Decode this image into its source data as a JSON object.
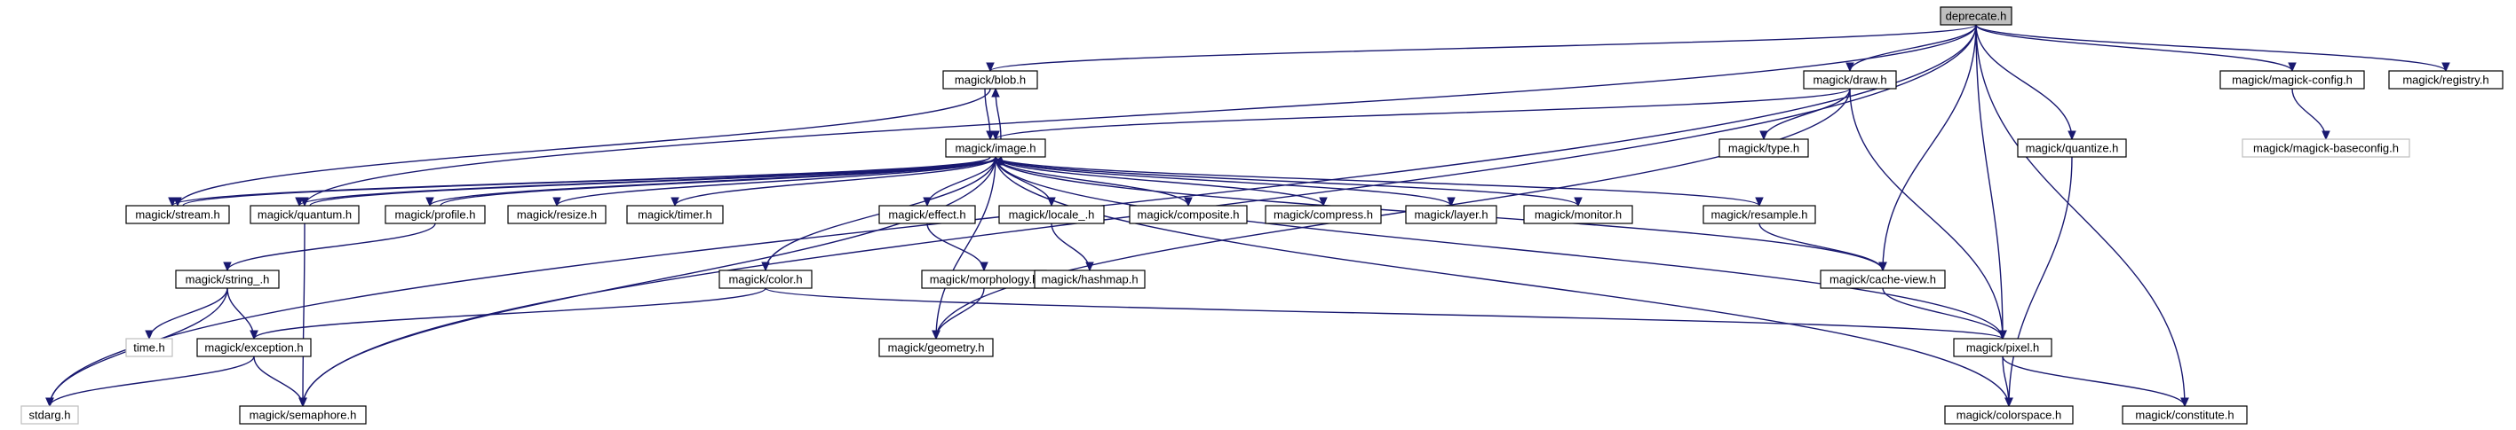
{
  "diagram": {
    "type": "include-dependency-graph",
    "colors": {
      "edge": "#191970",
      "root_fill": "#bfbfbf",
      "missing_border": "#bfbfbf"
    },
    "nodes": [
      {
        "id": "deprecate",
        "label": "deprecate.h",
        "root": true
      },
      {
        "id": "blob",
        "label": "magick/blob.h"
      },
      {
        "id": "draw",
        "label": "magick/draw.h"
      },
      {
        "id": "magickconfig",
        "label": "magick/magick-config.h"
      },
      {
        "id": "registry",
        "label": "magick/registry.h"
      },
      {
        "id": "image",
        "label": "magick/image.h"
      },
      {
        "id": "baseconfig",
        "label": "magick/magick-baseconfig.h",
        "missing": true
      },
      {
        "id": "type",
        "label": "magick/type.h"
      },
      {
        "id": "quantize",
        "label": "magick/quantize.h"
      },
      {
        "id": "stream",
        "label": "magick/stream.h"
      },
      {
        "id": "quantum",
        "label": "magick/quantum.h"
      },
      {
        "id": "profile",
        "label": "magick/profile.h"
      },
      {
        "id": "resize",
        "label": "magick/resize.h"
      },
      {
        "id": "timer",
        "label": "magick/timer.h"
      },
      {
        "id": "effect",
        "label": "magick/effect.h"
      },
      {
        "id": "locale",
        "label": "magick/locale_.h"
      },
      {
        "id": "composite",
        "label": "magick/composite.h"
      },
      {
        "id": "compress",
        "label": "magick/compress.h"
      },
      {
        "id": "layer",
        "label": "magick/layer.h"
      },
      {
        "id": "monitor",
        "label": "magick/monitor.h"
      },
      {
        "id": "resample",
        "label": "magick/resample.h"
      },
      {
        "id": "string",
        "label": "magick/string_.h"
      },
      {
        "id": "color",
        "label": "magick/color.h"
      },
      {
        "id": "morphology",
        "label": "magick/morphology.h"
      },
      {
        "id": "hashmap",
        "label": "magick/hashmap.h"
      },
      {
        "id": "cacheview",
        "label": "magick/cache-view.h"
      },
      {
        "id": "time",
        "label": "time.h",
        "missing": true
      },
      {
        "id": "exception",
        "label": "magick/exception.h"
      },
      {
        "id": "geometry",
        "label": "magick/geometry.h"
      },
      {
        "id": "pixel",
        "label": "magick/pixel.h"
      },
      {
        "id": "stdarg",
        "label": "stdarg.h",
        "missing": true
      },
      {
        "id": "semaphore",
        "label": "magick/semaphore.h"
      },
      {
        "id": "colorspace",
        "label": "magick/colorspace.h"
      },
      {
        "id": "constitute",
        "label": "magick/constitute.h"
      }
    ],
    "edges": [
      {
        "from": "deprecate",
        "to": "blob"
      },
      {
        "from": "deprecate",
        "to": "draw"
      },
      {
        "from": "deprecate",
        "to": "magickconfig"
      },
      {
        "from": "deprecate",
        "to": "registry"
      },
      {
        "from": "deprecate",
        "to": "quantize"
      },
      {
        "from": "deprecate",
        "to": "cacheview"
      },
      {
        "from": "deprecate",
        "to": "pixel"
      },
      {
        "from": "deprecate",
        "to": "constitute"
      },
      {
        "from": "deprecate",
        "to": "quantum"
      },
      {
        "from": "deprecate",
        "to": "stdarg"
      },
      {
        "from": "deprecate",
        "to": "semaphore"
      },
      {
        "from": "blob",
        "to": "image"
      },
      {
        "from": "blob",
        "to": "stream"
      },
      {
        "from": "image",
        "to": "blob"
      },
      {
        "from": "draw",
        "to": "image"
      },
      {
        "from": "draw",
        "to": "type"
      },
      {
        "from": "draw",
        "to": "pixel"
      },
      {
        "from": "draw",
        "to": "geometry"
      },
      {
        "from": "magickconfig",
        "to": "baseconfig"
      },
      {
        "from": "quantize",
        "to": "colorspace"
      },
      {
        "from": "image",
        "to": "stream"
      },
      {
        "from": "image",
        "to": "quantum"
      },
      {
        "from": "image",
        "to": "profile"
      },
      {
        "from": "image",
        "to": "resize"
      },
      {
        "from": "image",
        "to": "timer"
      },
      {
        "from": "image",
        "to": "effect"
      },
      {
        "from": "image",
        "to": "locale"
      },
      {
        "from": "image",
        "to": "composite"
      },
      {
        "from": "image",
        "to": "compress"
      },
      {
        "from": "image",
        "to": "layer"
      },
      {
        "from": "image",
        "to": "monitor"
      },
      {
        "from": "image",
        "to": "resample"
      },
      {
        "from": "image",
        "to": "cacheview"
      },
      {
        "from": "image",
        "to": "pixel"
      },
      {
        "from": "image",
        "to": "color"
      },
      {
        "from": "image",
        "to": "geometry"
      },
      {
        "from": "image",
        "to": "semaphore"
      },
      {
        "from": "image",
        "to": "colorspace"
      },
      {
        "from": "stream",
        "to": "image"
      },
      {
        "from": "quantum",
        "to": "image"
      },
      {
        "from": "profile",
        "to": "image"
      },
      {
        "from": "quantum",
        "to": "semaphore"
      },
      {
        "from": "profile",
        "to": "string"
      },
      {
        "from": "effect",
        "to": "morphology"
      },
      {
        "from": "morphology",
        "to": "geometry"
      },
      {
        "from": "locale",
        "to": "hashmap"
      },
      {
        "from": "resample",
        "to": "cacheview"
      },
      {
        "from": "cacheview",
        "to": "pixel"
      },
      {
        "from": "string",
        "to": "time"
      },
      {
        "from": "string",
        "to": "exception"
      },
      {
        "from": "string",
        "to": "stdarg"
      },
      {
        "from": "color",
        "to": "exception"
      },
      {
        "from": "color",
        "to": "pixel"
      },
      {
        "from": "exception",
        "to": "stdarg"
      },
      {
        "from": "exception",
        "to": "semaphore"
      },
      {
        "from": "pixel",
        "to": "colorspace"
      },
      {
        "from": "pixel",
        "to": "constitute"
      }
    ]
  }
}
